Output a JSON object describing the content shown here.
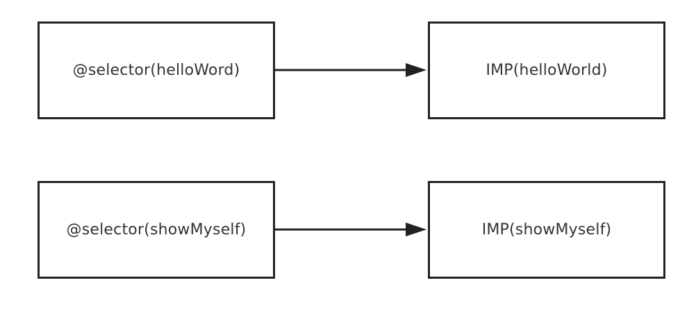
{
  "diagram": {
    "rows": [
      {
        "source": {
          "label": "@selector(helloWord)"
        },
        "target": {
          "label": "IMP(helloWorld)"
        }
      },
      {
        "source": {
          "label": "@selector(showMyself)"
        },
        "target": {
          "label": "IMP(showMyself)"
        }
      }
    ]
  },
  "colors": {
    "stroke": "#222222",
    "text": "#333333",
    "background": "#ffffff"
  }
}
